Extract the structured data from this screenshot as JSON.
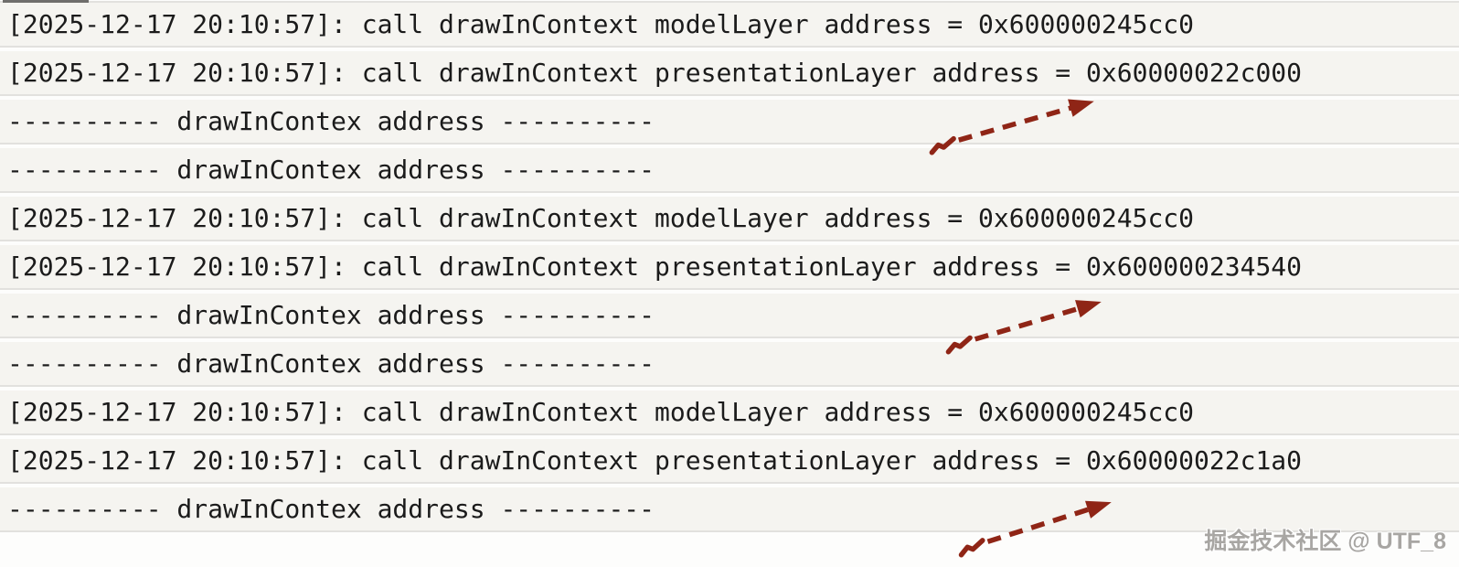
{
  "console": {
    "rows": [
      {
        "type": "log",
        "text": "[2025-12-17 20:10:57]: call drawInContext modelLayer address = 0x600000245cc0"
      },
      {
        "type": "log",
        "text": "[2025-12-17 20:10:57]: call drawInContext presentationLayer address = 0x60000022c000"
      },
      {
        "type": "separator",
        "text": "---------- drawInContex address ----------"
      },
      {
        "type": "separator",
        "text": "---------- drawInContex address ----------"
      },
      {
        "type": "log",
        "text": "[2025-12-17 20:10:57]: call drawInContext modelLayer address = 0x600000245cc0"
      },
      {
        "type": "log",
        "text": "[2025-12-17 20:10:57]: call drawInContext presentationLayer address = 0x600000234540"
      },
      {
        "type": "separator",
        "text": "---------- drawInContex address ----------"
      },
      {
        "type": "separator",
        "text": "---------- drawInContex address ----------"
      },
      {
        "type": "log",
        "text": "[2025-12-17 20:10:57]: call drawInContext modelLayer address = 0x600000245cc0"
      },
      {
        "type": "log",
        "text": "[2025-12-17 20:10:57]: call drawInContext presentationLayer address = 0x60000022c1a0"
      },
      {
        "type": "separator",
        "text": "---------- drawInContex address ----------"
      }
    ],
    "text_color": "#1b1b1b",
    "row_background": "#f5f4f0",
    "separator_line_color": "#e2e1de"
  },
  "annotations": {
    "arrow_color": "#8f2516",
    "arrows": [
      {
        "points_to": "0x60000022c000"
      },
      {
        "points_to": "0x600000234540"
      },
      {
        "points_to": "0x60000022c1a0"
      }
    ]
  },
  "watermark": {
    "text": "掘金技术社区 @ UTF_8",
    "color": "#a8a6a3"
  }
}
